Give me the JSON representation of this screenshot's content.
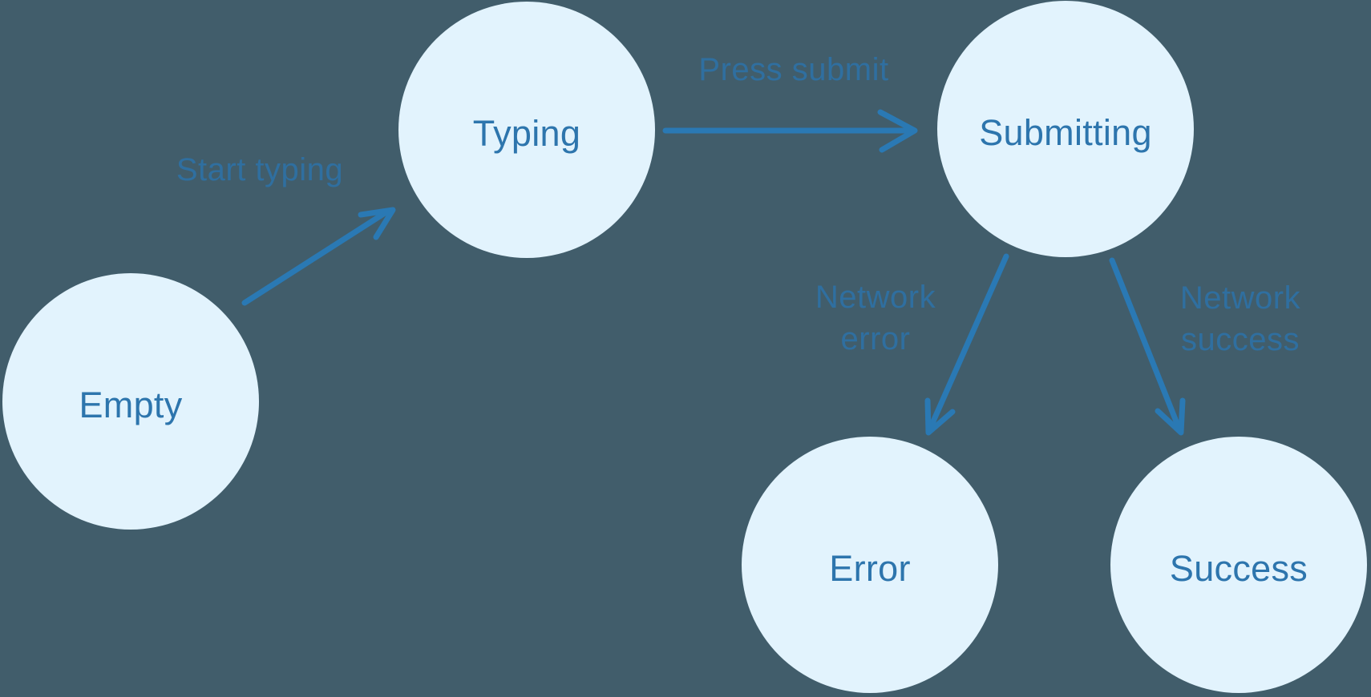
{
  "diagram": {
    "type": "state-machine",
    "colors": {
      "background": "#415D6B",
      "node_fill": "#E2F3FD",
      "node_text": "#2D75AD",
      "arrow": "#2A79B4",
      "edge_label": "#2F6FA0"
    },
    "nodes": [
      {
        "id": "empty",
        "label": "Empty"
      },
      {
        "id": "typing",
        "label": "Typing"
      },
      {
        "id": "submitting",
        "label": "Submitting"
      },
      {
        "id": "error",
        "label": "Error"
      },
      {
        "id": "success",
        "label": "Success"
      }
    ],
    "edges": [
      {
        "from": "empty",
        "to": "typing",
        "label": "Start typing"
      },
      {
        "from": "typing",
        "to": "submitting",
        "label": "Press submit"
      },
      {
        "from": "submitting",
        "to": "error",
        "label": "Network error"
      },
      {
        "from": "submitting",
        "to": "success",
        "label": "Network success"
      }
    ]
  }
}
